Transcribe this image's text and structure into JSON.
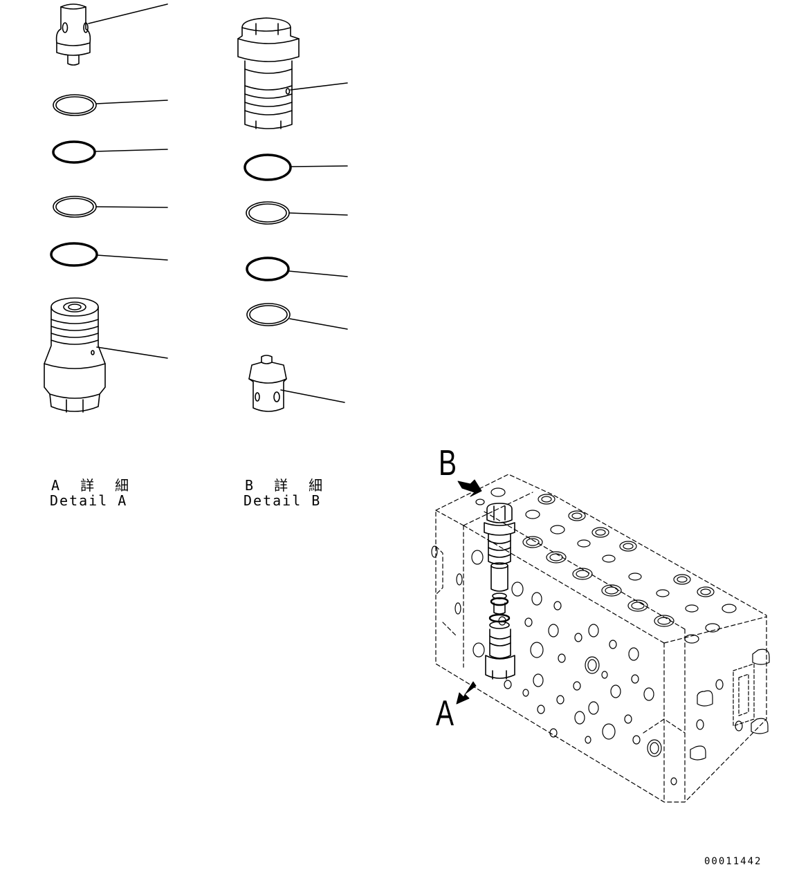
{
  "labels": {
    "detail_a_jp": "A 詳 細",
    "detail_a_en": "Detail A",
    "detail_b_jp": "B 詳 細",
    "detail_b_en": "Detail B",
    "callout_a": "A",
    "callout_b": "B",
    "drawing_number": "00011442"
  },
  "icons": {
    "arrow_a": "view-arrow-icon",
    "arrow_b": "view-arrow-icon"
  },
  "colors": {
    "line": "#000000",
    "background": "#ffffff"
  }
}
